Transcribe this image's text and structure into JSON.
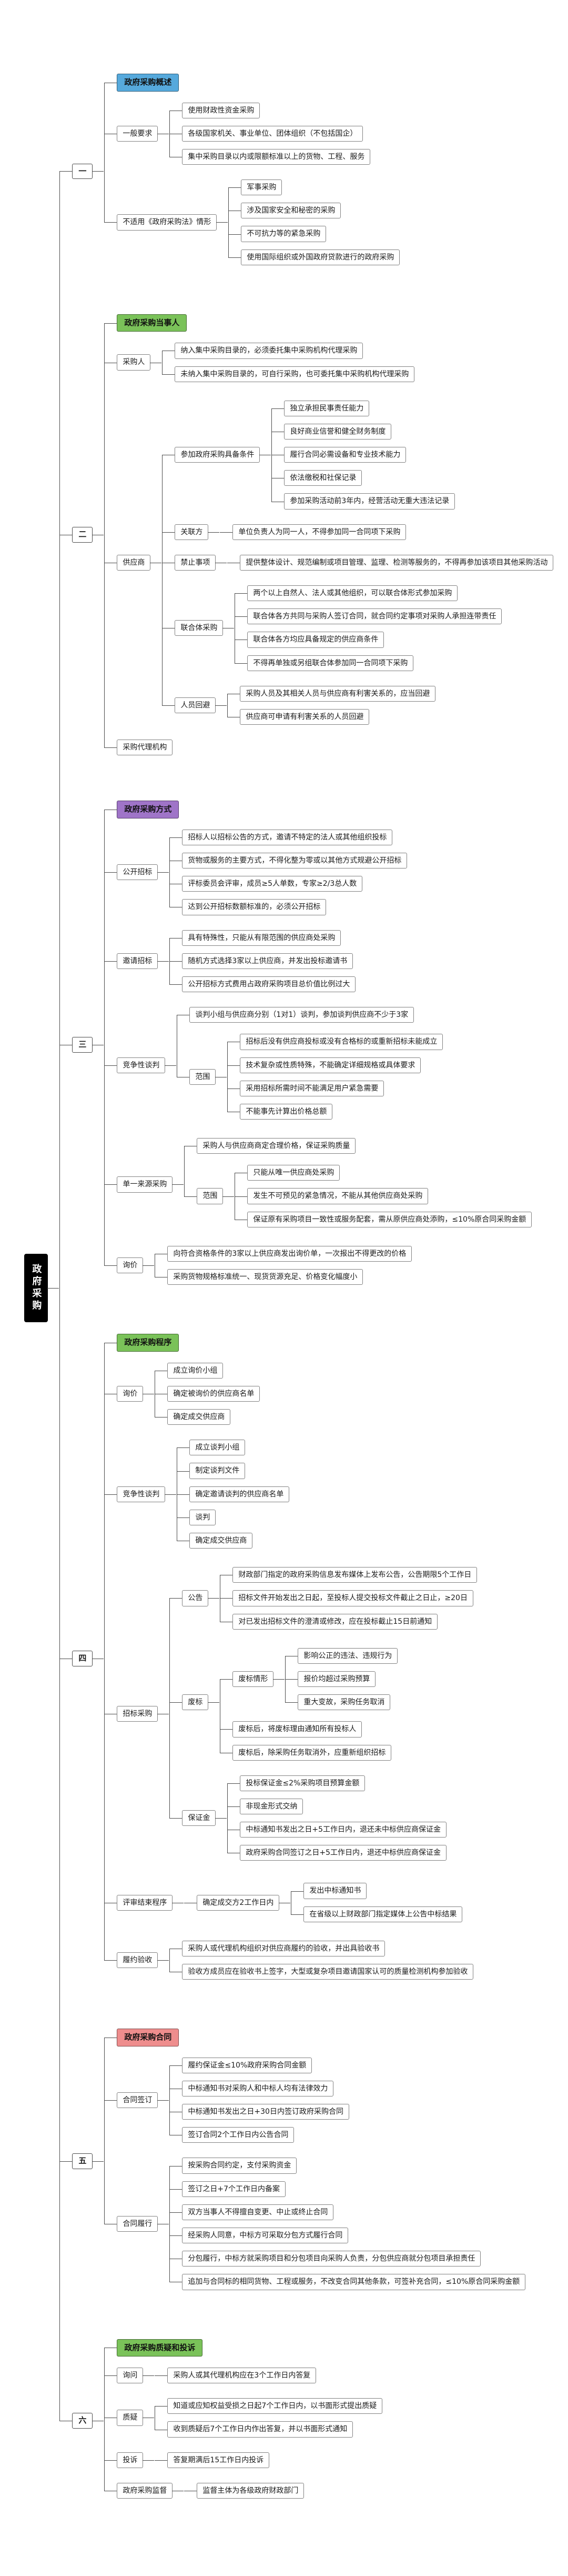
{
  "tree": {
    "t": "政府采购",
    "type": "root",
    "name": "root-topic",
    "k": [
      {
        "t": "一",
        "type": "num",
        "name": "section-number-1",
        "k": [
          {
            "t": "政府采购概述",
            "type": "header",
            "name": "section-title-overview",
            "color": "#56a9dc"
          },
          {
            "t": "一般要求",
            "name": "topic-general-requirements",
            "k": [
              {
                "t": "使用财政性资金采购"
              },
              {
                "t": "各级国家机关、事业单位、团体组织（不包括国企）"
              },
              {
                "t": "集中采购目录以内或限额标准以上的货物、工程、服务"
              }
            ]
          },
          {
            "t": "不适用《政府采购法》情形",
            "name": "topic-not-applicable",
            "k": [
              {
                "t": "军事采购"
              },
              {
                "t": "涉及国家安全和秘密的采购"
              },
              {
                "t": "不可抗力等的紧急采购"
              },
              {
                "t": "使用国际组织或外国政府贷款进行的政府采购"
              }
            ]
          }
        ]
      },
      {
        "t": "二",
        "type": "num",
        "name": "section-number-2",
        "k": [
          {
            "t": "政府采购当事人",
            "type": "header",
            "name": "section-title-parties",
            "color": "#7ac259"
          },
          {
            "t": "采购人",
            "name": "topic-purchaser",
            "k": [
              {
                "t": "纳入集中采购目录的，必须委托集中采购机构代理采购"
              },
              {
                "t": "未纳入集中采购目录的，可自行采购，也可委托集中采购机构代理采购"
              }
            ]
          },
          {
            "t": "供应商",
            "name": "topic-supplier",
            "k": [
              {
                "t": "参加政府采购具备条件",
                "k": [
                  {
                    "t": "独立承担民事责任能力"
                  },
                  {
                    "t": "良好商业信誉和健全财务制度"
                  },
                  {
                    "t": "履行合同必需设备和专业技术能力"
                  },
                  {
                    "t": "依法缴税和社保记录"
                  },
                  {
                    "t": "参加采购活动前3年内，经营活动无重大违法记录"
                  }
                ]
              },
              {
                "t": "关联方",
                "k": [
                  {
                    "t": "单位负责人为同一人，不得参加同一合同项下采购"
                  }
                ]
              },
              {
                "t": "禁止事项",
                "k": [
                  {
                    "t": "提供整体设计、规范编制或项目管理、监理、检测等服务的，不得再参加该项目其他采购活动"
                  }
                ]
              },
              {
                "t": "联合体采购",
                "k": [
                  {
                    "t": "两个以上自然人、法人或其他组织，可以联合体形式参加采购"
                  },
                  {
                    "t": "联合体各方共同与采购人签订合同，就合同约定事项对采购人承担连带责任"
                  },
                  {
                    "t": "联合体各方均应具备规定的供应商条件"
                  },
                  {
                    "t": "不得再单独或另组联合体参加同一合同项下采购"
                  }
                ]
              },
              {
                "t": "人员回避",
                "k": [
                  {
                    "t": "采购人员及其相关人员与供应商有利害关系的，应当回避"
                  },
                  {
                    "t": "供应商可申请有利害关系的人员回避"
                  }
                ]
              }
            ]
          },
          {
            "t": "采购代理机构",
            "name": "topic-procurement-agency"
          }
        ]
      },
      {
        "t": "三",
        "type": "num",
        "name": "section-number-3",
        "k": [
          {
            "t": "政府采购方式",
            "type": "header",
            "name": "section-title-methods",
            "color": "#9f74c8"
          },
          {
            "t": "公开招标",
            "name": "topic-open-tender",
            "k": [
              {
                "t": "招标人以招标公告的方式，邀请不特定的法人或其他组织投标"
              },
              {
                "t": "货物或服务的主要方式，不得化整为零或以其他方式规避公开招标"
              },
              {
                "t": "评标委员会评审，成员≥5人单数，专家≥2/3总人数"
              },
              {
                "t": "达到公开招标数额标准的，必须公开招标"
              }
            ]
          },
          {
            "t": "邀请招标",
            "name": "topic-invited-tender",
            "k": [
              {
                "t": "具有特殊性，只能从有限范围的供应商处采购"
              },
              {
                "t": "随机方式选择3家以上供应商，并发出投标邀请书"
              },
              {
                "t": "公开招标方式费用占政府采购项目总价值比例过大"
              }
            ]
          },
          {
            "t": "竞争性谈判",
            "name": "topic-competitive-negotiation",
            "k": [
              {
                "t": "谈判小组与供应商分别（1对1）谈判，参加谈判供应商不少于3家"
              },
              {
                "t": "范围",
                "k": [
                  {
                    "t": "招标后没有供应商投标或没有合格标的或重新招标未能成立"
                  },
                  {
                    "t": "技术复杂或性质特殊，不能确定详细规格或具体要求"
                  },
                  {
                    "t": "采用招标所需时间不能满足用户紧急需要"
                  },
                  {
                    "t": "不能事先计算出价格总额"
                  }
                ]
              }
            ]
          },
          {
            "t": "单一来源采购",
            "name": "topic-single-source",
            "k": [
              {
                "t": "采购人与供应商商定合理价格，保证采购质量"
              },
              {
                "t": "范围",
                "k": [
                  {
                    "t": "只能从唯一供应商处采购"
                  },
                  {
                    "t": "发生不可预见的紧急情况，不能从其他供应商处采购"
                  },
                  {
                    "t": "保证原有采购项目一致性或服务配套，需从原供应商处添购，≤10%原合同采购金额"
                  }
                ]
              }
            ]
          },
          {
            "t": "询价",
            "name": "topic-inquiry",
            "k": [
              {
                "t": "向符合资格条件的3家以上供应商发出询价单，一次报出不得更改的价格"
              },
              {
                "t": "采购货物规格标准统一、现货货源充足、价格变化幅度小"
              }
            ]
          }
        ]
      },
      {
        "t": "四",
        "type": "num",
        "name": "section-number-4",
        "k": [
          {
            "t": "政府采购程序",
            "type": "header",
            "name": "section-title-procedures",
            "color": "#7ac259"
          },
          {
            "t": "询价",
            "name": "topic-inquiry-procedure",
            "k": [
              {
                "t": "成立询价小组"
              },
              {
                "t": "确定被询价的供应商名单"
              },
              {
                "t": "确定成交供应商"
              }
            ]
          },
          {
            "t": "竞争性谈判",
            "name": "topic-negotiation-procedure",
            "k": [
              {
                "t": "成立谈判小组"
              },
              {
                "t": "制定谈判文件"
              },
              {
                "t": "确定邀请谈判的供应商名单"
              },
              {
                "t": "谈判"
              },
              {
                "t": "确定成交供应商"
              }
            ]
          },
          {
            "t": "招标采购",
            "name": "topic-tender-procedure",
            "k": [
              {
                "t": "公告",
                "k": [
                  {
                    "t": "财政部门指定的政府采购信息发布媒体上发布公告，公告期限5个工作日"
                  },
                  {
                    "t": "招标文件开始发出之日起，至投标人提交投标文件截止之日止，≥20日"
                  },
                  {
                    "t": "对已发出招标文件的澄清或修改，应在投标截止15日前通知"
                  }
                ]
              },
              {
                "t": "废标",
                "k": [
                  {
                    "t": "废标情形",
                    "k": [
                      {
                        "t": "影响公正的违法、违规行为"
                      },
                      {
                        "t": "报价均超过采购预算"
                      },
                      {
                        "t": "重大变故，采购任务取消"
                      }
                    ]
                  },
                  {
                    "t": "废标后，将废标理由通知所有投标人"
                  },
                  {
                    "t": "废标后，除采购任务取消外，应重新组织招标"
                  }
                ]
              },
              {
                "t": "保证金",
                "k": [
                  {
                    "t": "投标保证金≤2%采购项目预算金额"
                  },
                  {
                    "t": "非现金形式交纳"
                  },
                  {
                    "t": "中标通知书发出之日+5工作日内，退还未中标供应商保证金"
                  },
                  {
                    "t": "政府采购合同签订之日+5工作日内，退还中标供应商保证金"
                  }
                ]
              }
            ]
          },
          {
            "t": "评审结束程序",
            "name": "topic-review-end",
            "k": [
              {
                "t": "确定成交方2工作日内",
                "k": [
                  {
                    "t": "发出中标通知书"
                  },
                  {
                    "t": "在省级以上财政部门指定媒体上公告中标结果"
                  }
                ]
              }
            ]
          },
          {
            "t": "履约验收",
            "name": "topic-acceptance",
            "k": [
              {
                "t": "采购人或代理机构组织对供应商履约的验收，并出具验收书"
              },
              {
                "t": "验收方成员应在验收书上签字，大型或复杂项目邀请国家认可的质量检测机构参加验收"
              }
            ]
          }
        ]
      },
      {
        "t": "五",
        "type": "num",
        "name": "section-number-5",
        "k": [
          {
            "t": "政府采购合同",
            "type": "header",
            "name": "section-title-contract",
            "color": "#ee8d8d"
          },
          {
            "t": "合同签订",
            "name": "topic-contract-signing",
            "k": [
              {
                "t": "履约保证金≤10%政府采购合同金额"
              },
              {
                "t": "中标通知书对采购人和中标人均有法律效力"
              },
              {
                "t": "中标通知书发出之日+30日内签订政府采购合同"
              },
              {
                "t": "签订合同2个工作日内公告合同"
              }
            ]
          },
          {
            "t": "合同履行",
            "name": "topic-contract-performance",
            "k": [
              {
                "t": "按采购合同约定，支付采购资金"
              },
              {
                "t": "签订之日+7个工作日内备案"
              },
              {
                "t": "双方当事人不得擅自变更、中止或终止合同"
              },
              {
                "t": "经采购人同意，中标方可采取分包方式履行合同"
              },
              {
                "t": "分包履行，中标方就采购项目和分包项目向采购人负责，分包供应商就分包项目承担责任"
              },
              {
                "t": "追加与合同标的相同货物、工程或服务，不改变合同其他条款，可签补充合同，≤10%原合同采购金额"
              }
            ]
          }
        ]
      },
      {
        "t": "六",
        "type": "num",
        "name": "section-number-6",
        "k": [
          {
            "t": "政府采购质疑和投诉",
            "type": "header",
            "name": "section-title-complaints",
            "color": "#7ac259"
          },
          {
            "t": "询问",
            "name": "topic-enquiry",
            "k": [
              {
                "t": "采购人或其代理机构应在3个工作日内答复"
              }
            ]
          },
          {
            "t": "质疑",
            "name": "topic-challenge",
            "k": [
              {
                "t": "知道或应知权益受损之日起7个工作日内，以书面形式提出质疑"
              },
              {
                "t": "收到质疑后7个工作日内作出答复，并以书面形式通知"
              }
            ]
          },
          {
            "t": "投诉",
            "name": "topic-complaint",
            "k": [
              {
                "t": "答复期满后15工作日内投诉"
              }
            ]
          },
          {
            "t": "政府采购监督",
            "name": "topic-supervision",
            "k": [
              {
                "t": "监督主体为各级政府财政部门"
              }
            ]
          }
        ]
      }
    ]
  },
  "palette": {
    "overview": "#56a9dc",
    "parties": "#7ac259",
    "methods": "#9f74c8",
    "procedures": "#7ac259",
    "contract": "#ee8d8d",
    "complaints": "#7ac259",
    "root_bg": "#000000",
    "root_text": "#ffffff",
    "line": "#4a4a4a"
  }
}
